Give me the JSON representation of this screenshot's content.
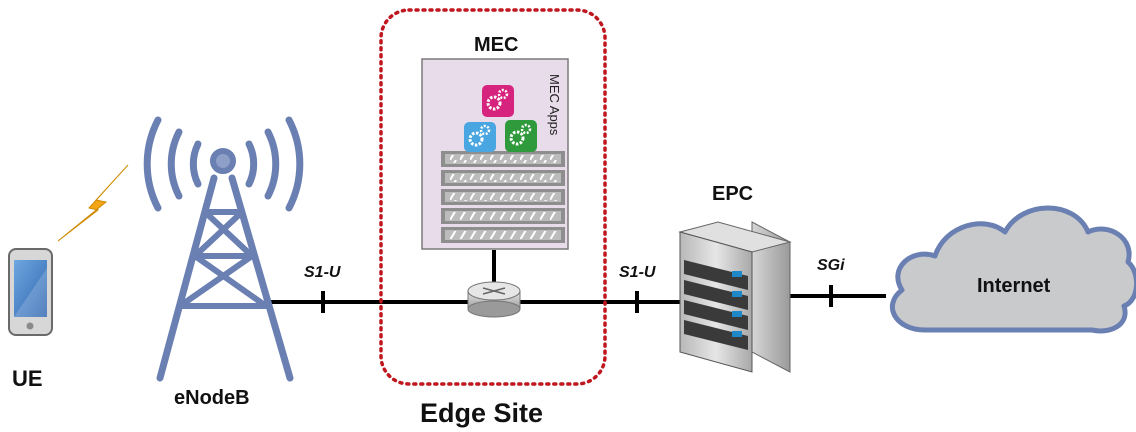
{
  "labels": {
    "ue": "UE",
    "enodeb": "eNodeB",
    "mec": "MEC",
    "mec_apps": "MEC Apps",
    "edge_site": "Edge Site",
    "epc": "EPC",
    "internet": "Internet",
    "link_s1u_left": "S1-U",
    "link_s1u_right": "S1-U",
    "link_sgi": "SGi"
  },
  "colors": {
    "tower": "#6a7fb2",
    "edge_border": "#c0161d",
    "mec_panel_fill": "#e8dbea",
    "mec_panel_border": "#7a7a7a",
    "link": "#000000",
    "lightning": "#f2a516",
    "cloud_fill": "#c9cacc",
    "cloud_border": "#6a7fb2",
    "app_magenta": "#d6247e",
    "app_blue": "#4aa6e0",
    "app_green": "#2f9a3b",
    "phone_screen": "#3f7ec9"
  },
  "icons": {
    "phone": "smartphone-icon",
    "tower": "cell-tower-icon",
    "router": "router-icon",
    "server": "server-rack-icon",
    "cloud": "cloud-icon",
    "lightning": "wireless-signal-icon",
    "apps": "gear-app-icon"
  }
}
